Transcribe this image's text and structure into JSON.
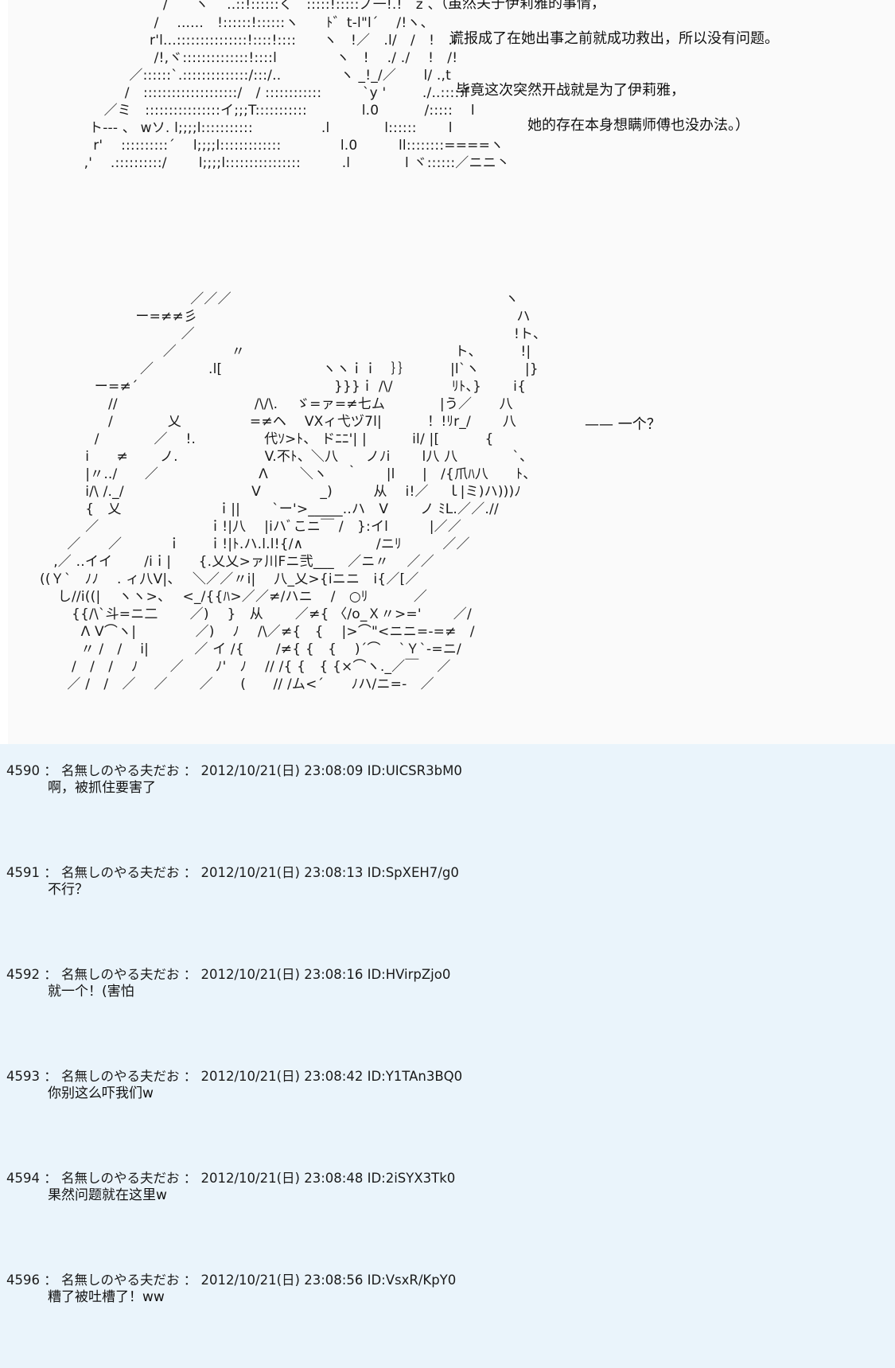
{
  "main_post": {
    "aa_left_top": [
      "        /　　ヽ　 ..::!::::::く　:::::!:::::ノ一!.!　z 、",
      "      /　 ......　!::::::!::::::ヽ　　ﾄ゛t-l\"l´　 /!ヽ、",
      "     r'l...:::::::::::::::!::::!::::　　ヽ　!／　.l/　/　!　.l",
      "      /!,ヾ::::::::::::::!::::l　　　　 ヽ　!　 ./ ./　 !　/!",
      "    ／::::::`.::::::::::::::/:::/..　　　 　ヽ _!_/／　　l/ .,t",
      "   /　::::::::::::::::::::/　/ ::::::::::::　　　`y ' 　　 ./..:::::f",
      " ／ミ　::::::::::::::::イ;;;T:::::::::::　　　　l.0　　　 /:::::　 l",
      "ト--- 、 wソ. l;;;;l:::::::::::　　　　　.l　　　　l::::::　　 l",
      "  r'　 ::::::::::´　 l;;;;l:::::::::::::　　　　 l.0　　　ll::::::::====ヽ",
      " ,'　 .::::::::::/　　 l;;;;l::::::::::::::::　　　.l　　　　l ヾ::::::／ニニ丶"
    ],
    "narration_top": [
      "（虽然关于伊莉雅的事情，",
      "谎报成了在她出事之前就成功救出，所以没有问题。",
      "毕竟这次突然开战就是为了伊莉雅，",
      "她的存在本身想瞒师傅也没办法。）"
    ],
    "aa_big": [
      "　　　　　　　　　　　／／／　　　　　　　　　　　　　　　　　　　　ヽ",
      "　　　　　　　ー=≠≠彡　　　　　　　　　　　　　　　　　　　　　　　 ハ",
      "　　　　　　　　　　 ／　　　　　　　　　　　　　　　　　　　　　　 　!ト、",
      "　　　　　　　　　／　　　　〃　　　　　　　　　　　　　　　 ト、　　　 !|",
      "　　　　　　　 ／　　　　.l[　　　　　　　 ヽヽｉｉ　｝｝　　　 |l`ヽ　　 　|}",
      "　　　　ー=≠´　　　　　　　　　　　　　　 }}}ｉ /\\/　　　　 ﾘﾄ、}　　 i{",
      "　　　　　//　　　　　　　　　　/\\/\\.　 ゞ=ァ=≠七ム　　　　|う／　　八",
      "　　　　　/　　　　乂　　　　　=≠ヘ　 VXィ弋ヅ7l|　　　 ！!ﾘr_/　　 八",
      "　　　　/　　　　／　 !.　　　　　代ｿ>ﾄ、 ドﾆﾆ'| |　　　 il/ |[　　　 {",
      "　　　 i　　≠　　 ノ.　　　　　　 V.不ﾄ、＼八　　ノﾉi　　 l八 八　　　　`、",
      "　　　 |〃../　　／　　　　　　　 Λ　　 ＼ヽ　 ｀　　|l　　|　/{爪ﾊ八　　ﾄ、",
      "　　　 i/\\ /._/　　　　　　　　　 V　　　　 _)　　　从　 i!／　 ｌ|ミ)ハ)))ﾉ",
      "　　　 {　乂　　　　　　　ｉ||　　 `ー'>_____..ハ　V　　 ノ ﾐL.／／.//",
      "　　　 ／　　　　　　　　ｉ!|八　 |iハﾞこニ￣ /　}:イl　　　|／／",
      "　　／　　／　　　 ｉ　　ｉ!|ﾄ.ハ.l.l!{/∧　　　　　 /ニﾘ　　　／／",
      "　,／ ..イイ　　 /iｉ|　　{.乂乂>ァ川Fニ弐___　／ニ〃　 ／／",
      "((Ｙ`　ﾉﾉ　 . ィ八V|、　 ＼／／〃i|　 八_乂>{iニニ　i{／[／",
      "　 し//i((|　 ヽヽ>、　 <_/{{ﾊ>／／≠/ハニ　 /　○ﾘ　　　 ／",
      "　　 {{/\\`斗=ニ二　　 ／)　 }　从　　 ／≠{ 〈/o_Ｘ〃>='　　 ／/",
      "　　　Λ V⌒ヽ|　　　　 ／)　 ﾉ　 /\\／≠{　{　 |>⌒\"<ニニ=-=≠　/",
      "　　　〃 /　/　 i|　　　 ／ イ /{　　 /≠{ {　{　 )´⌒　 `Ｙ`-=ニ/",
      "　　 /　/　/　 ﾉ　　 ／　　 ﾉ'　ﾉ　 // /{ {　{ {×⌒ヽ._／￣　 ／",
      "　　／ /　/　／　 ／　　 ／　　(　　// /ム<´　　ﾉハ/ニ=-　／"
    ],
    "narration_mid": "—— 一个？"
  },
  "replies": [
    {
      "number": "4590",
      "name": "名無しのやる夫だお",
      "date": "2012/10/21(日) 23:08:09",
      "uid": "ID:UICSR3bM0",
      "body": "啊，被抓住要害了"
    },
    {
      "number": "4591",
      "name": "名無しのやる夫だお",
      "date": "2012/10/21(日) 23:08:13",
      "uid": "ID:SpXEH7/g0",
      "body": "不行？"
    },
    {
      "number": "4592",
      "name": "名無しのやる夫だお",
      "date": "2012/10/21(日) 23:08:16",
      "uid": "ID:HVirpZjo0",
      "body": "就一个！(害怕"
    },
    {
      "number": "4593",
      "name": "名無しのやる夫だお",
      "date": "2012/10/21(日) 23:08:42",
      "uid": "ID:Y1TAn3BQ0",
      "body": "你别这么吓我们w"
    },
    {
      "number": "4594",
      "name": "名無しのやる夫だお",
      "date": "2012/10/21(日) 23:08:48",
      "uid": "ID:2iSYX3Tk0",
      "body": "果然问题就在这里w"
    },
    {
      "number": "4596",
      "name": "名無しのやる夫だお",
      "date": "2012/10/21(日) 23:08:56",
      "uid": "ID:VsxR/KpY0",
      "body": "糟了被吐槽了！ww"
    }
  ]
}
